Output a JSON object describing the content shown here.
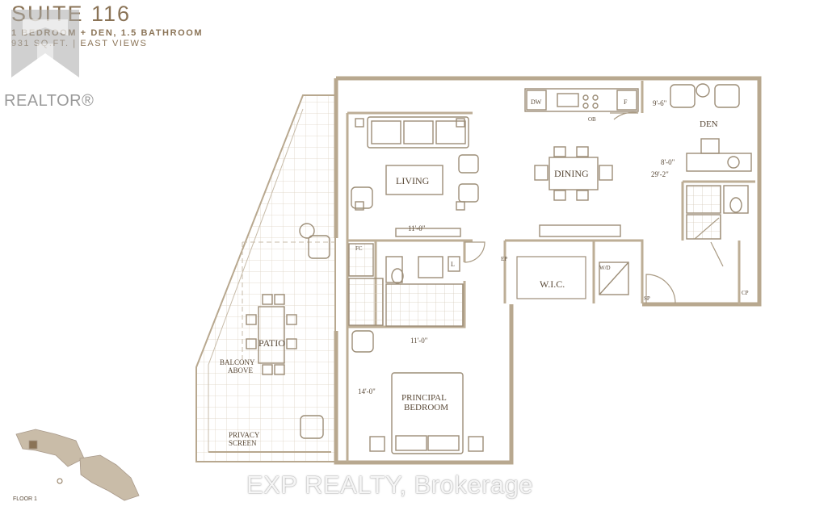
{
  "header": {
    "suite_title": "SUITE 116",
    "details_line1": "1 BEDROOM + DEN, 1.5 BATHROOM",
    "details_line2": "931 SQ.FT.  |  EAST VIEWS"
  },
  "realtor_logo": {
    "text": "REALTOR®"
  },
  "watermark": {
    "text": "EXP REALTY, Brokerage"
  },
  "rooms": {
    "living": "LIVING",
    "dining": "DINING",
    "den": "DEN",
    "wic": "W.I.C.",
    "patio": "PATIO",
    "bedroom_line1": "PRINCIPAL",
    "bedroom_line2": "BEDROOM",
    "balcony_line1": "BALCONY",
    "balcony_line2": "ABOVE",
    "privacy_line1": "PRIVACY",
    "privacy_line2": "SCREEN"
  },
  "fixtures": {
    "dw": "DW",
    "f": "F",
    "ob": "OB",
    "fc": "FC",
    "l": "L",
    "ep": "EP",
    "wd": "W/D",
    "sp": "SP",
    "cp": "CP"
  },
  "dimensions": {
    "den_width": "9'-6\"",
    "den_depth": "8'-0\"",
    "dining_length": "29'-2\"",
    "living_width": "11'-0\"",
    "bath_width": "11'-0\"",
    "bedroom_depth": "14'-0\""
  },
  "keyplan": {
    "label": "FLOOR 1"
  },
  "colors": {
    "wall": "#b8a88f",
    "line": "#cfc4b2",
    "text": "#5a4a38"
  }
}
